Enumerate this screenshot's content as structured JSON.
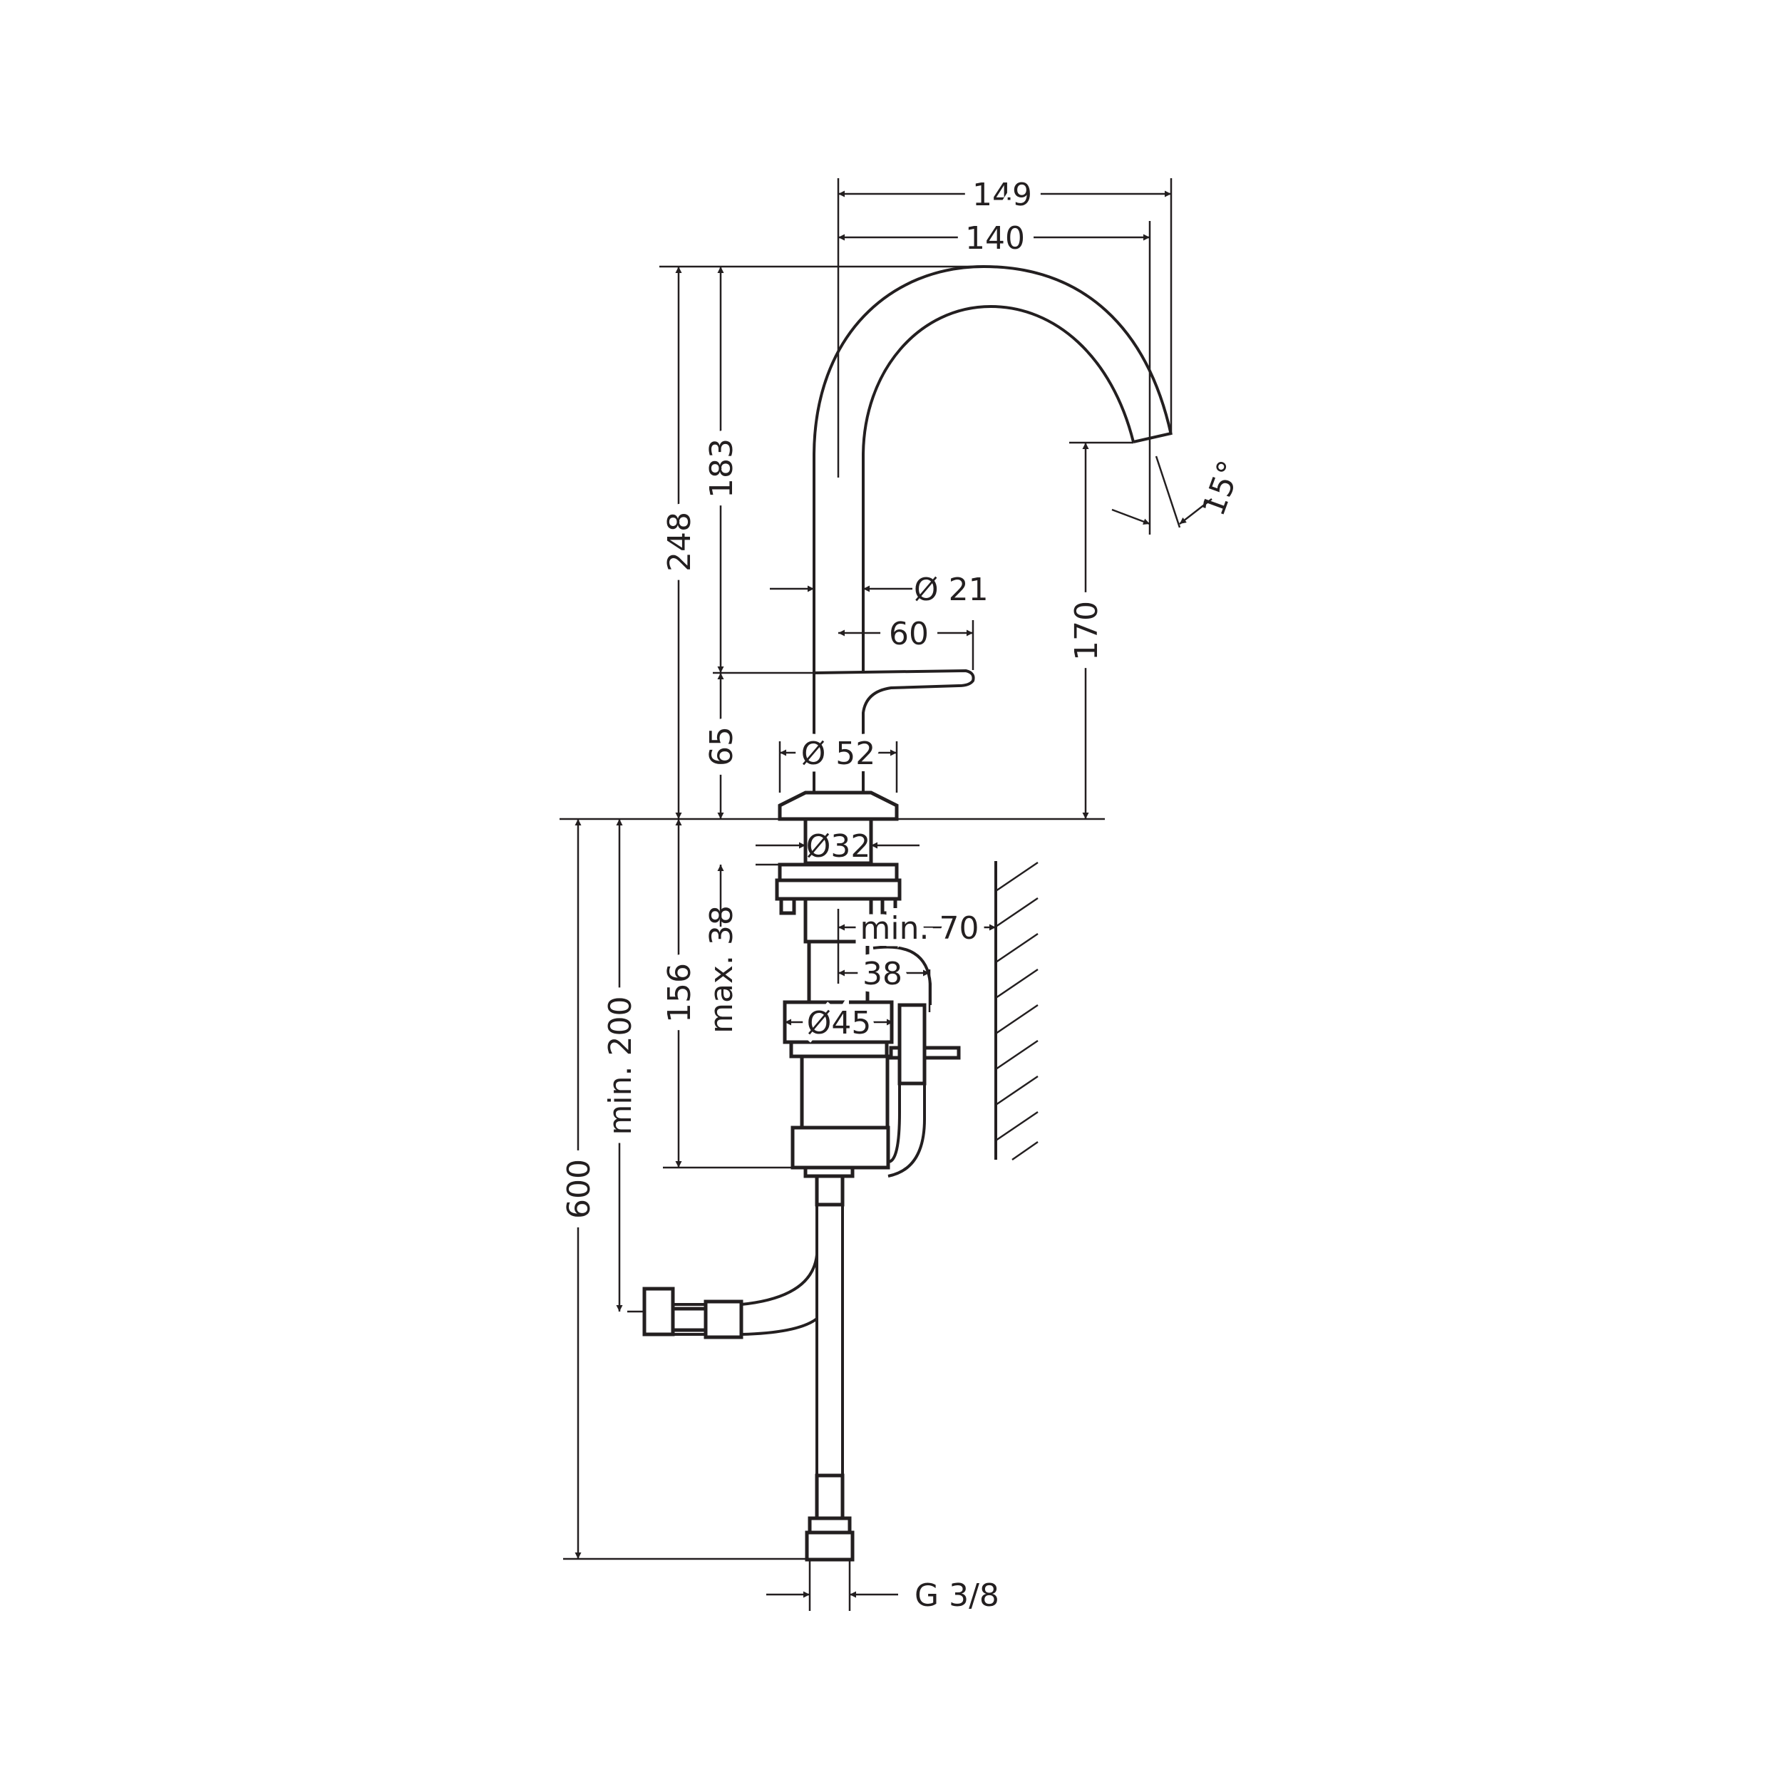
{
  "dimensions": {
    "width_total": "149",
    "width_spout": "140",
    "height_total": "248",
    "height_spout": "183",
    "height_base": "65",
    "spout_clearance": "170",
    "angle": "15°",
    "spout_diameter": "Ø 21",
    "lever_length": "60",
    "base_diameter": "Ø 52",
    "shank_diameter": "Ø32",
    "max_deck_thickness": "max. 38",
    "below_deck_depth": "156",
    "min_supply_height": "min. 200",
    "hose_length": "600",
    "min_wall_distance": "min. 70",
    "offset_38": "38",
    "body_diameter": "Ø45",
    "thread": "G 3/8"
  }
}
